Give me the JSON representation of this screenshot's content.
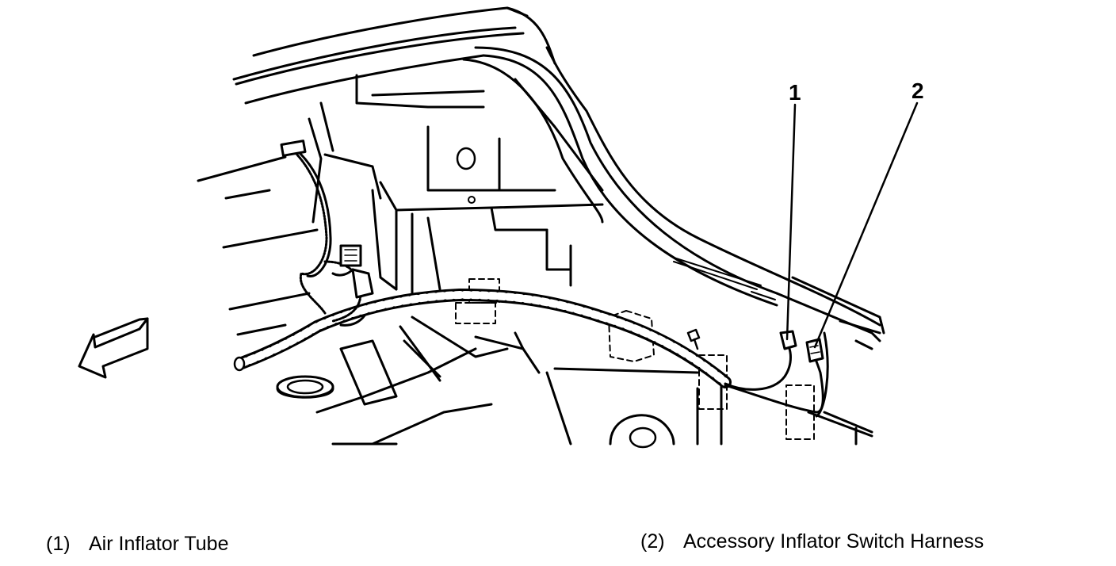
{
  "callouts": {
    "c1": "1",
    "c2": "2"
  },
  "legend": {
    "item1": {
      "number": "(1)",
      "label": "Air Inflator Tube"
    },
    "item2": {
      "number": "(2)",
      "label": "Accessory Inflator Switch Harness"
    }
  },
  "colors": {
    "line": "#000000",
    "background": "#ffffff"
  }
}
